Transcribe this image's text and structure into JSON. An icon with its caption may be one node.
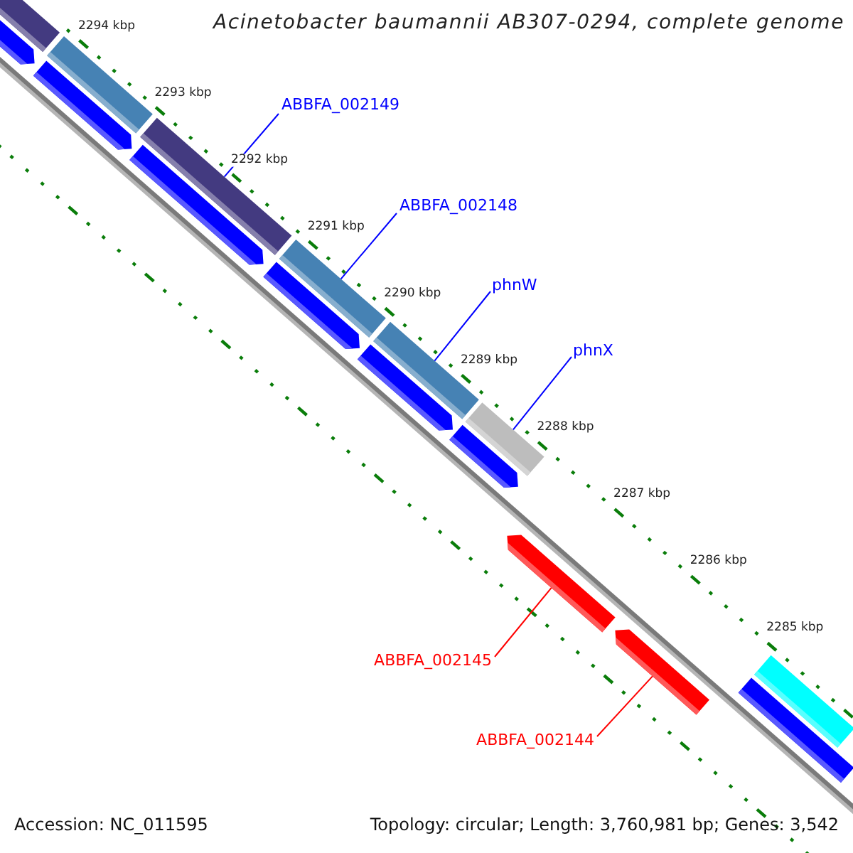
{
  "diagram": {
    "title": "Acinetobacter baumannii AB307-0294, complete genome",
    "nodes": [
      {
        "text": [
          "ABBFA_002149"
        ]
      },
      {
        "text": [
          "ABBFA_002148"
        ]
      },
      {
        "text": [
          "phnW"
        ]
      },
      {
        "text": [
          "phnX"
        ]
      },
      {
        "text": [
          "ABBFA_002145"
        ]
      },
      {
        "text": [
          "ABBFA_002144"
        ]
      },
      {
        "text": [],
        "shape": "bar"
      },
      {
        "text": [],
        "shape": "bar"
      },
      {
        "text": [],
        "shape": "bar"
      },
      {
        "text": [],
        "shape": "bar"
      },
      {
        "text": [],
        "shape": "bar"
      },
      {
        "text": [],
        "shape": "bar"
      },
      {
        "text": [],
        "shape": "bar"
      },
      {
        "text": [],
        "shape": "bar"
      },
      {
        "text": [],
        "shape": "bar"
      },
      {
        "text": [],
        "shape": "bar"
      },
      {
        "text": [],
        "shape": "bar"
      },
      {
        "text": [],
        "shape": "bar"
      },
      {
        "text": [],
        "shape": "bar"
      },
      {
        "text": [],
        "shape": "bar"
      },
      {
        "text": [],
        "shape": "bar"
      },
      {
        "text": [],
        "shape": "bar"
      }
    ],
    "edges": [
      {
        "from": 0,
        "to": 10,
        "arrow": "none"
      },
      {
        "from": 1,
        "to": 12,
        "arrow": "none"
      },
      {
        "from": 2,
        "to": 14,
        "arrow": "none"
      },
      {
        "from": 3,
        "to": 16,
        "arrow": "none"
      },
      {
        "from": 4,
        "to": 18,
        "arrow": "none",
        "color": "#ff0000"
      },
      {
        "from": 5,
        "to": 19,
        "arrow": "none",
        "color": "#ff0000"
      }
    ],
    "labels": [
      "2294 kbp",
      "2293 kbp",
      "2292 kbp",
      "2291 kbp",
      "2290 kbp",
      "2289 kbp",
      "2288 kbp",
      "2287 kbp",
      "2286 kbp",
      "2285 kbp",
      "Accession: NC_011595",
      "Topology: circular; Length: 3,760,981 bp; Genes: 3,542"
    ]
  }
}
